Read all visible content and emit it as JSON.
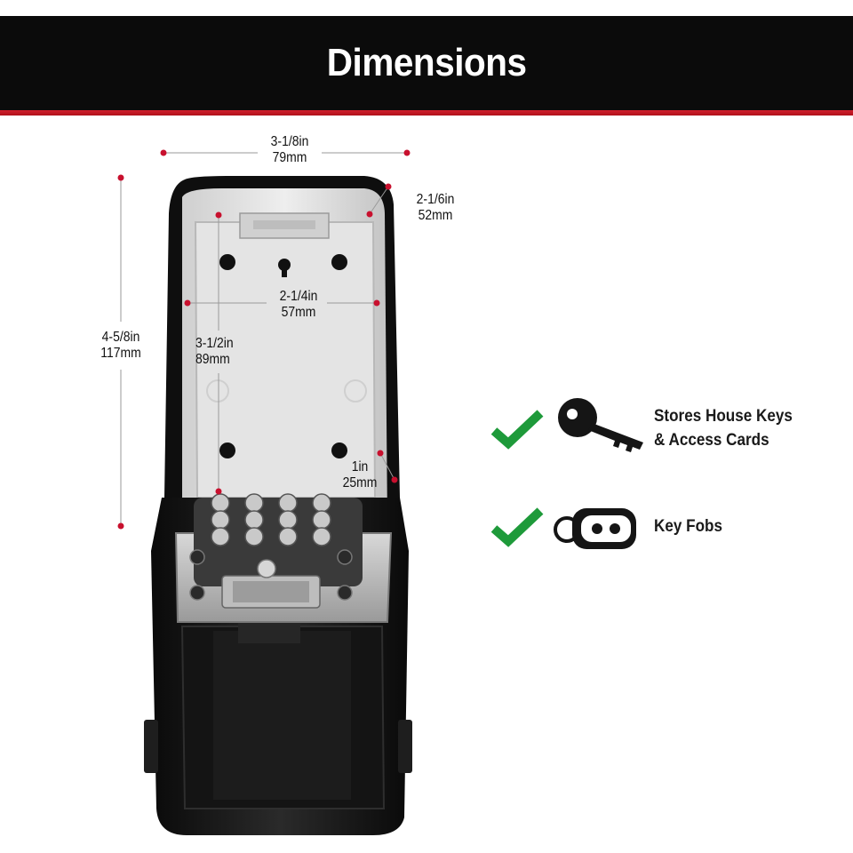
{
  "header": {
    "title": "Dimensions"
  },
  "dimensions": {
    "width_in": "3-1/8in",
    "width_mm": "79mm",
    "depth_in": "2-1/6in",
    "depth_mm": "52mm",
    "height_in": "4-5/8in",
    "height_mm": "117mm",
    "inner_width_in": "2-1/4in",
    "inner_width_mm": "57mm",
    "inner_height_in": "3-1/2in",
    "inner_height_mm": "89mm",
    "gap_in": "1in",
    "gap_mm": "25mm"
  },
  "features": [
    {
      "line1": "Stores House Keys",
      "line2": "& Access Cards",
      "icon": "key-icon"
    },
    {
      "line1": "Key Fobs",
      "icon": "key-fob-icon"
    }
  ],
  "colors": {
    "accent_red": "#c8102e",
    "check_green": "#1e9a3a",
    "header_bg": "#0b0b0b"
  }
}
